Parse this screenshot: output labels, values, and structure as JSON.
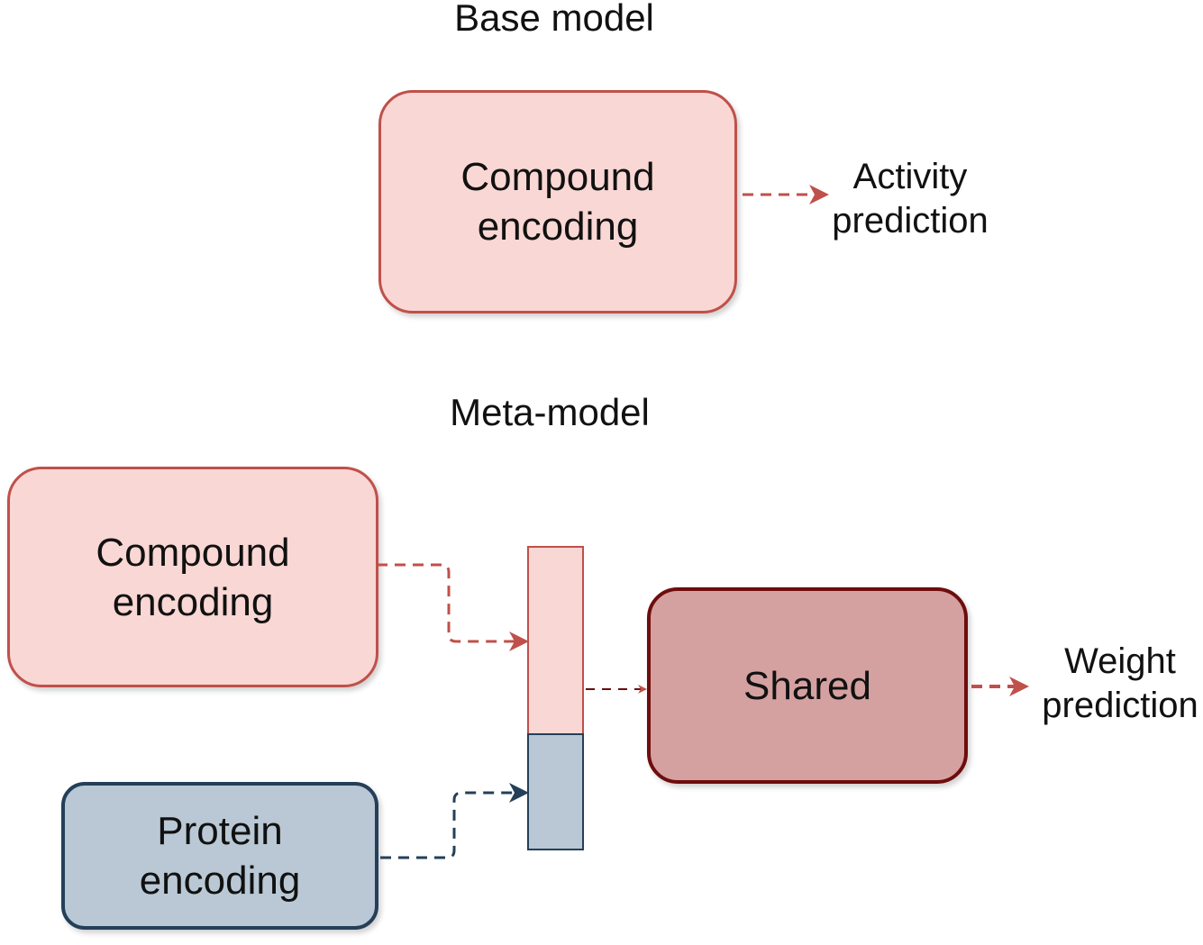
{
  "base_model": {
    "title": "Base model",
    "compound_line1": "Compound",
    "compound_line2": "encoding",
    "output_line1": "Activity",
    "output_line2": "prediction"
  },
  "meta_model": {
    "title": "Meta-model",
    "compound_line1": "Compound",
    "compound_line2": "encoding",
    "protein_line1": "Protein",
    "protein_line2": "encoding",
    "shared": "Shared",
    "output_line1": "Weight",
    "output_line2": "prediction"
  },
  "colors": {
    "compound_fill": "#f9d7d4",
    "compound_border": "#c0504a",
    "shared_fill": "#d5a0a0",
    "shared_border": "#6e0d0d",
    "protein_fill": "#b9c8d4",
    "protein_border": "#243f59",
    "arrow_red": "#c0504a",
    "arrow_blue": "#243f59"
  }
}
